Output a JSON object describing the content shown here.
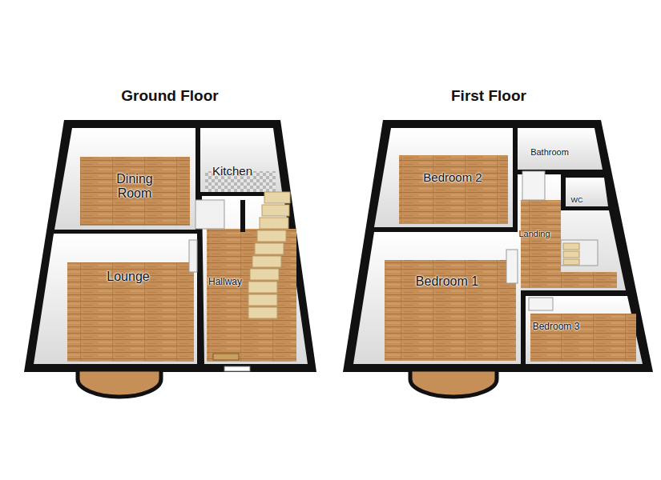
{
  "diagram": {
    "nodes": [
      {
        "text": [
          "Ground Floor"
        ]
      },
      {
        "text": [
          "Dining Room"
        ],
        "in": 0
      },
      {
        "text": [
          "Kitchen"
        ],
        "in": 0
      },
      {
        "text": [
          "Lounge"
        ],
        "in": 0
      },
      {
        "text": [
          "Hallway"
        ],
        "in": 0
      },
      {
        "text": [
          "First Floor"
        ]
      },
      {
        "text": [
          "Bedroom 2"
        ],
        "in": 5
      },
      {
        "text": [
          "Bathroom"
        ],
        "in": 5
      },
      {
        "text": [
          "WC"
        ],
        "in": 5
      },
      {
        "text": [
          "Landing"
        ],
        "in": 5
      },
      {
        "text": [
          "Bedroom 1"
        ],
        "in": 5
      },
      {
        "text": [
          "Bedroom 3"
        ],
        "in": 5
      }
    ]
  }
}
